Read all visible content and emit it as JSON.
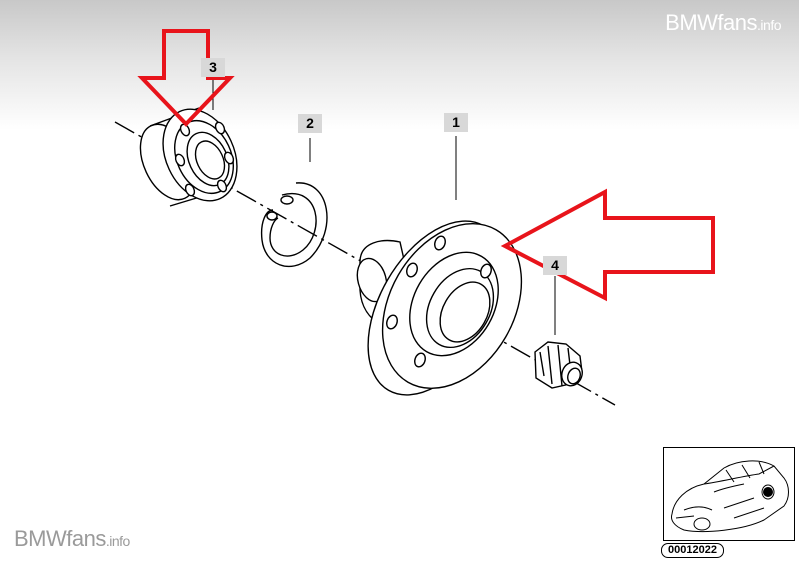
{
  "watermark": {
    "top": {
      "brand": "BMWfans",
      "suffix": ".info"
    },
    "bottom": {
      "brand": "BMW",
      "brand2": "fans",
      "suffix": ".info"
    }
  },
  "callouts": {
    "part1": "1",
    "part2": "2",
    "part3": "3",
    "part4": "4"
  },
  "inset": {
    "number": "00012022"
  },
  "colors": {
    "arrow": "#e8141b",
    "callout_bg": "#d8d8d8",
    "line": "#000000"
  }
}
